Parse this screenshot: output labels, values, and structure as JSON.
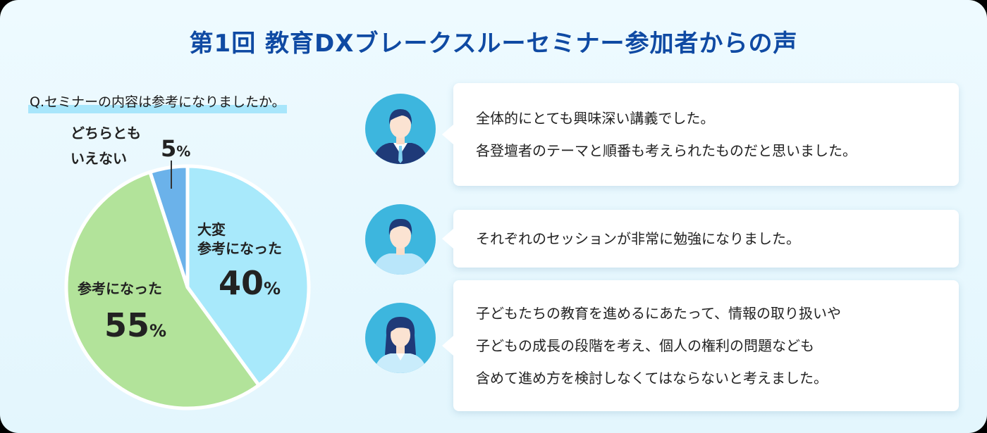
{
  "title": "第1回 教育DXブレークスルーセミナー参加者からの声",
  "question": "Q.セミナーの内容は参考になりましたか。",
  "colors": {
    "title": "#0f4aa3",
    "very_useful": "#a8e9fb",
    "useful": "#b2e39a",
    "neutral": "#6bb2ea",
    "avatar_bg": "#3db6de"
  },
  "chart_data": {
    "type": "pie",
    "title": "Q.セミナーの内容は参考になりましたか。",
    "slices": [
      {
        "label": "大変参考になった",
        "label_lines": [
          "大変",
          "参考になった"
        ],
        "value": 40,
        "display": "40",
        "unit": "%",
        "color": "#a8e9fb"
      },
      {
        "label": "参考になった",
        "label_lines": [
          "参考になった"
        ],
        "value": 55,
        "display": "55",
        "unit": "%",
        "color": "#b2e39a"
      },
      {
        "label": "どちらともいえない",
        "label_lines": [
          "どちらとも",
          "いえない"
        ],
        "value": 5,
        "display": "5",
        "unit": "%",
        "color": "#6bb2ea"
      }
    ]
  },
  "testimonials": [
    {
      "avatar": "man-suit-icon",
      "lines": [
        "全体的にとても興味深い講義でした。",
        "各登壇者のテーマと順番も考えられたものだと思いました。"
      ]
    },
    {
      "avatar": "man-casual-icon",
      "lines": [
        "それぞれのセッションが非常に勉強になりました。"
      ]
    },
    {
      "avatar": "woman-icon",
      "lines": [
        "子どもたちの教育を進めるにあたって、情報の取り扱いや",
        "子どもの成長の段階を考え、個人の権利の問題なども",
        "含めて進め方を検討しなくてはならないと考えました。"
      ]
    }
  ]
}
